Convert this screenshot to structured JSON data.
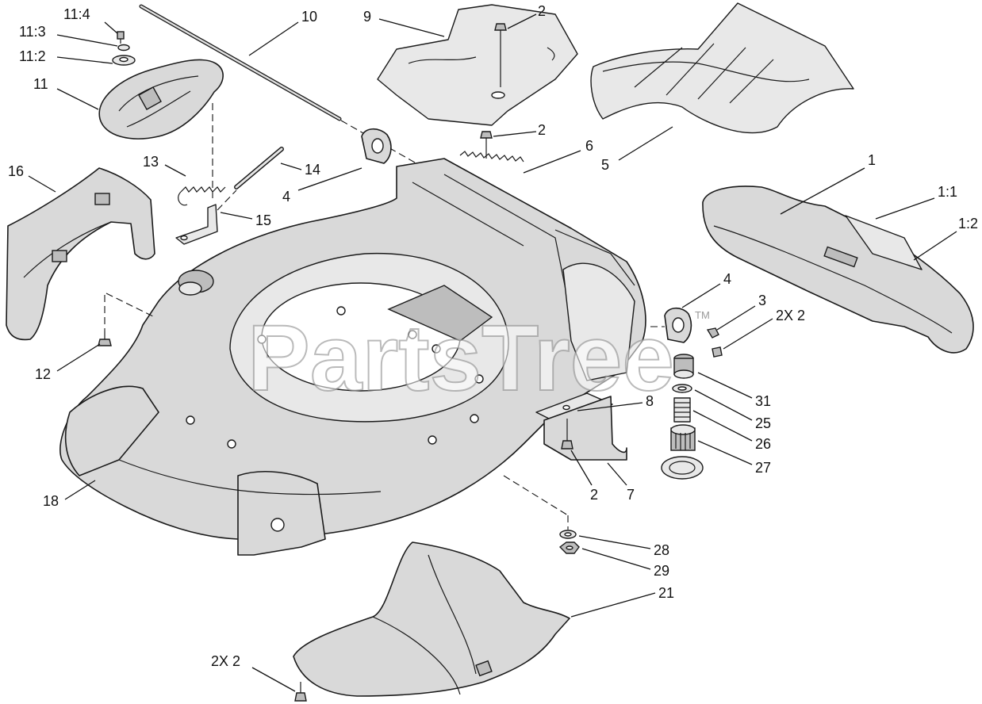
{
  "watermark": {
    "text": "PartsTree",
    "trademark": "TM"
  },
  "callouts": [
    {
      "id": "c-11-4",
      "text": "11:4"
    },
    {
      "id": "c-11-3",
      "text": "11:3"
    },
    {
      "id": "c-11-2",
      "text": "11:2"
    },
    {
      "id": "c-11",
      "text": "11"
    },
    {
      "id": "c-10",
      "text": "10"
    },
    {
      "id": "c-9",
      "text": "9"
    },
    {
      "id": "c-2a",
      "text": "2"
    },
    {
      "id": "c-2b",
      "text": "2"
    },
    {
      "id": "c-6",
      "text": "6"
    },
    {
      "id": "c-5",
      "text": "5"
    },
    {
      "id": "c-16",
      "text": "16"
    },
    {
      "id": "c-13",
      "text": "13"
    },
    {
      "id": "c-14",
      "text": "14"
    },
    {
      "id": "c-4a",
      "text": "4"
    },
    {
      "id": "c-15",
      "text": "15"
    },
    {
      "id": "c-1",
      "text": "1"
    },
    {
      "id": "c-1-1",
      "text": "1:1"
    },
    {
      "id": "c-1-2",
      "text": "1:2"
    },
    {
      "id": "c-4b",
      "text": "4"
    },
    {
      "id": "c-3",
      "text": "3"
    },
    {
      "id": "c-2x2a",
      "text": "2X 2"
    },
    {
      "id": "c-12",
      "text": "12"
    },
    {
      "id": "c-31",
      "text": "31"
    },
    {
      "id": "c-8",
      "text": "8"
    },
    {
      "id": "c-25",
      "text": "25"
    },
    {
      "id": "c-26",
      "text": "26"
    },
    {
      "id": "c-27",
      "text": "27"
    },
    {
      "id": "c-18",
      "text": "18"
    },
    {
      "id": "c-2c",
      "text": "2"
    },
    {
      "id": "c-7",
      "text": "7"
    },
    {
      "id": "c-28",
      "text": "28"
    },
    {
      "id": "c-29",
      "text": "29"
    },
    {
      "id": "c-21",
      "text": "21"
    },
    {
      "id": "c-2x2b",
      "text": "2X 2"
    }
  ]
}
